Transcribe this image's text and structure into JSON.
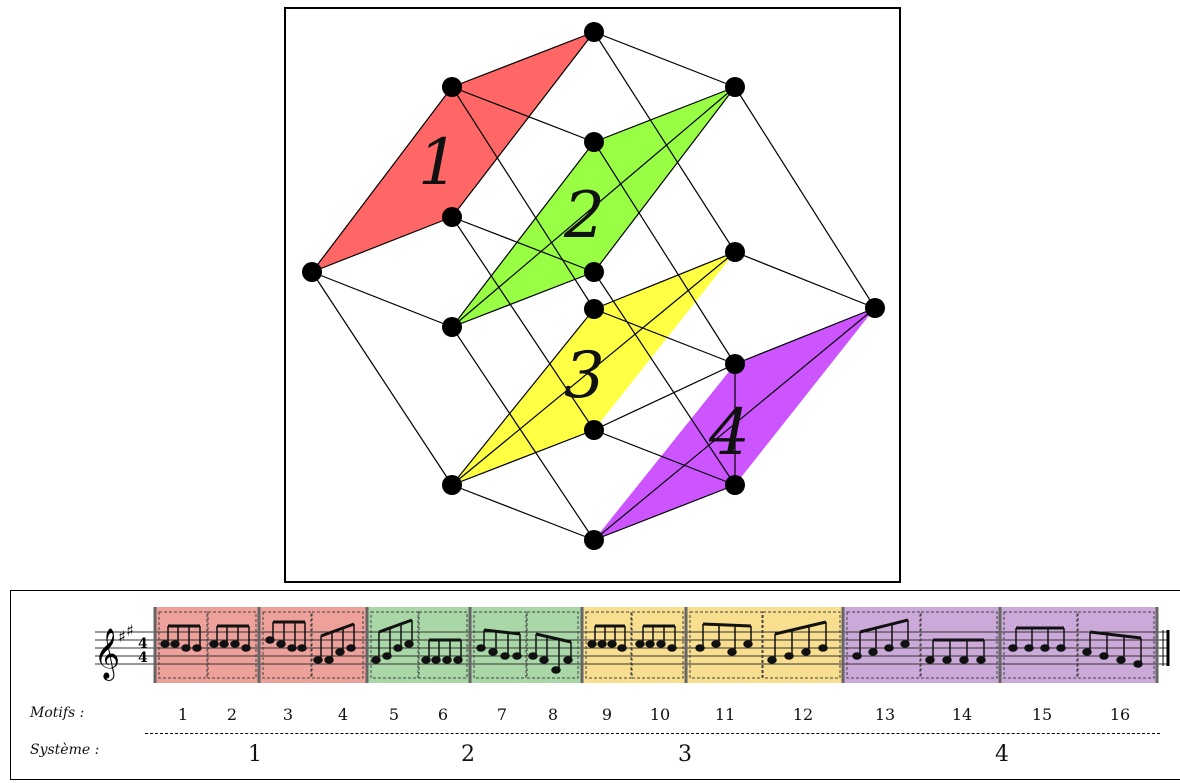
{
  "graph": {
    "region_labels": [
      "1",
      "2",
      "3",
      "4"
    ],
    "region_colors": [
      "#ff6666",
      "#99ff44",
      "#ffff44",
      "#cc55ff"
    ]
  },
  "score": {
    "motifs_label": "Motifs :",
    "systeme_label": "Système :",
    "motif_numbers": [
      "1",
      "2",
      "3",
      "4",
      "5",
      "6",
      "7",
      "8",
      "9",
      "10",
      "11",
      "12",
      "13",
      "14",
      "15",
      "16"
    ],
    "system_numbers": [
      "1",
      "2",
      "3",
      "4"
    ],
    "system_colors": [
      "#e8807a",
      "#8cc98a",
      "#f5d36a",
      "#b98ccc"
    ]
  }
}
